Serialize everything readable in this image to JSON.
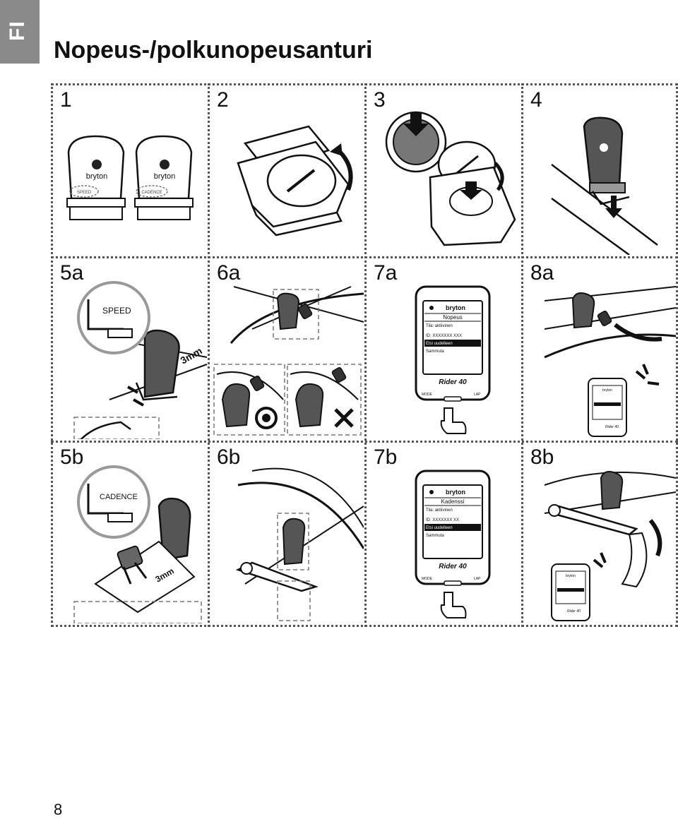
{
  "header": {
    "lang_code": "FI",
    "title": "Nopeus-/polkunopeusanturi"
  },
  "steps": [
    {
      "id": "1",
      "label": "1"
    },
    {
      "id": "2",
      "label": "2"
    },
    {
      "id": "3",
      "label": "3"
    },
    {
      "id": "4",
      "label": "4"
    },
    {
      "id": "5a",
      "label": "5a"
    },
    {
      "id": "6a",
      "label": "6a"
    },
    {
      "id": "7a",
      "label": "7a"
    },
    {
      "id": "8a",
      "label": "8a"
    },
    {
      "id": "5b",
      "label": "5b"
    },
    {
      "id": "6b",
      "label": "6b"
    },
    {
      "id": "7b",
      "label": "7b"
    },
    {
      "id": "8b",
      "label": "8b"
    }
  ],
  "sensors": {
    "brand": "bryton",
    "speed_tag": "SPEED",
    "cadence_tag": "CADENCE"
  },
  "callouts": {
    "speed": "SPEED",
    "cadence": "CADENCE",
    "gap": "3mm"
  },
  "device": {
    "brand": "bryton",
    "model": "Rider 40",
    "mode_btn": "MODE",
    "lap_btn": "LAP",
    "speed_screen": {
      "heading": "Nopeus",
      "status": "Tila: aktiivinen",
      "id": "ID: XXXXXXX XXX",
      "rescan": "Etsi uudelleen",
      "off": "Sammuta"
    },
    "cadence_screen": {
      "heading": "Kadenssi",
      "status": "Tila: aktiivinen",
      "id": "ID: XXXXXXX XX",
      "rescan": "Etsi uudelleen",
      "off": "Sammuta"
    }
  },
  "footer": {
    "page_number": "8"
  }
}
